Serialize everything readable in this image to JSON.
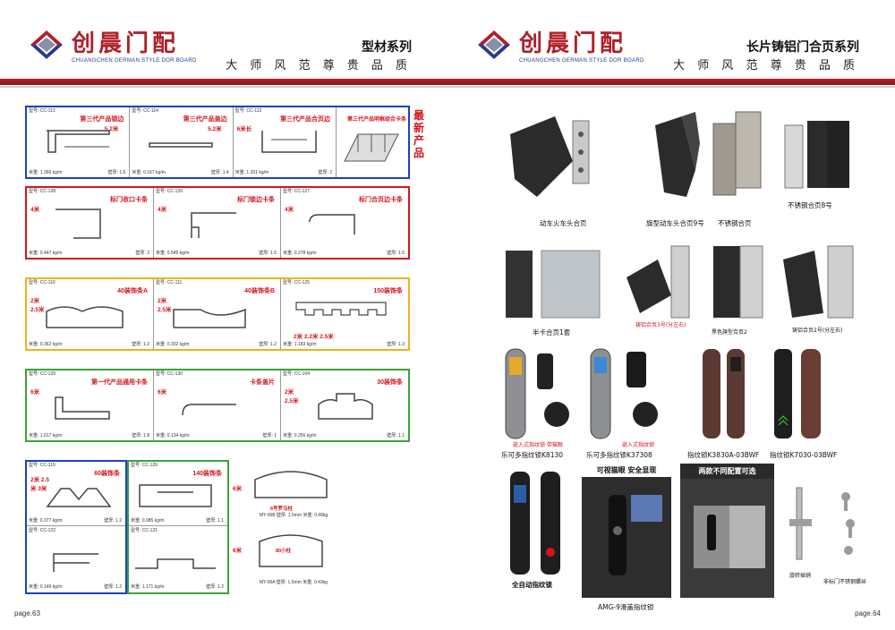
{
  "brand": {
    "name_cn": "创晨门配",
    "name_en": "CHUANGCHEN GERMAN STYLE DOR BOARD",
    "slogan": "大 师 风 范   尊 贵 品 质"
  },
  "left": {
    "series": "型材系列",
    "page": "page.63",
    "new_tag": "最新产品",
    "groups": [
      {
        "color": "#1f3fbf",
        "top": 118,
        "height": 76,
        "cells": [
          {
            "model": "型号: CC-113",
            "name": "第三代产品锁边",
            "extra": "5.2米",
            "weight": "米重: 1.366 kg/m",
            "thick": "壁厚: 1.6"
          },
          {
            "model": "型号: CC-114",
            "name": "第三代产品盖边",
            "extra": "5.2米",
            "weight": "米重: 0.167 kg/m",
            "thick": "壁厚: 1.4"
          },
          {
            "model": "型号: CC-112",
            "name": "第三代产品合页边",
            "extra": "6米长",
            "weight": "米重: 1.201 kg/m",
            "thick": "壁厚: 2"
          }
        ],
        "extra_cell": "第三代产品明框组合卡条"
      },
      {
        "color": "#d3151c",
        "top": 208,
        "height": 76,
        "cells": [
          {
            "model": "型号: CC-128",
            "name": "标门收口卡条",
            "extra": "4米",
            "weight": "米重: 0.447 kg/m",
            "thick": "壁厚: 2"
          },
          {
            "model": "型号: CC-126",
            "name": "标门锁边卡条",
            "extra": "4米",
            "weight": "米重: 0.545 kg/m",
            "thick": "壁厚: 1.5"
          },
          {
            "model": "型号: CC-127",
            "name": "标门合页边卡条",
            "extra": "4米",
            "weight": "米重: 0.278 kg/m",
            "thick": "壁厚: 1.5"
          }
        ]
      },
      {
        "color": "#f0b21c",
        "top": 310,
        "height": 76,
        "cells": [
          {
            "model": "型号: CC-110",
            "name": "40装饰条A",
            "extra": "2米 2.5米",
            "weight": "米重: 0.362 kg/m",
            "thick": "壁厚: 1.2"
          },
          {
            "model": "型号: CC-111",
            "name": "40装饰条B",
            "extra": "2米 2.5米",
            "weight": "米重: 0.332 kg/m",
            "thick": "壁厚: 1.2"
          },
          {
            "model": "型号: CC-125",
            "name": "150装饰条",
            "extra": "2米 2.2米 2.5米",
            "weight": "米重: 1.183 kg/m",
            "thick": "壁厚: 1.3"
          }
        ]
      },
      {
        "color": "#3aa33a",
        "top": 412,
        "height": 76,
        "cells": [
          {
            "model": "型号: CC-129",
            "name": "第一代产品通用卡条",
            "extra": "6米",
            "weight": "米重: 1.017 kg/m",
            "thick": "壁厚: 1.8"
          },
          {
            "model": "型号: CC-130",
            "name": "卡条盖片",
            "extra": "6米",
            "weight": "米重: 0.134 kg/m",
            "thick": "壁厚: 1"
          },
          {
            "model": "型号: CC-104",
            "name": "30装饰条",
            "extra": "2米 2.5米",
            "weight": "米重: 0.256 kg/m",
            "thick": "壁厚: 1.1"
          }
        ]
      }
    ],
    "bottom_cells": [
      {
        "model": "型号: CC-119",
        "name": "60装饰条",
        "extra": "2米 2.5米 3米",
        "weight": "米重: 0.377 kg/m",
        "thick": "壁厚: 1.2"
      },
      {
        "model": "型号: CC-122",
        "name": "",
        "extra": "",
        "weight": "米重: 0.149 kg/m",
        "thick": "壁厚: 1.2"
      },
      {
        "model": "型号: CC-120",
        "name": "140装饰条",
        "extra": "",
        "weight": "米重: 0.085 kg/m",
        "thick": "壁厚: 1.1"
      },
      {
        "model": "型号: CC-121",
        "name": "",
        "extra": "",
        "weight": "米重: 1.171 kg/m",
        "thick": "壁厚: 1.2"
      },
      {
        "model": "6号罗马柱",
        "name": "",
        "extra": "6米",
        "weight": "MY-06B 壁厚: 1.5mm 米重: 0.49kg",
        "thick": ""
      },
      {
        "model": "80小柱",
        "name": "",
        "extra": "6米",
        "weight": "MY-06A 壁厚: 1.5mm 米重: 0.43kg",
        "thick": ""
      }
    ]
  },
  "right": {
    "series": "长片铸铝门合页系列",
    "page": "page.64",
    "products": [
      {
        "label": "动车火车头合页"
      },
      {
        "label": "旗型动车头合页9号"
      },
      {
        "label": "不锈钢合页"
      },
      {
        "label": "不锈钢合页8号"
      },
      {
        "label": "半卡合页1套"
      },
      {
        "label": "铸铝合页3号(分左右)"
      },
      {
        "label": "黑色旗型合页2"
      },
      {
        "label": "铸铝合页2号(分左右)"
      }
    ],
    "locks": [
      {
        "label": "乐可多指纹锁K8130",
        "note": "嵌入式指纹锁  带猫眼"
      },
      {
        "label": "乐可多指纹锁K37308",
        "note": "嵌入式指纹锁"
      },
      {
        "label": "指纹锁K3830A-03BWF"
      },
      {
        "label": "指纹锁K7030-03BWF"
      }
    ],
    "bottom": {
      "auto_lock": "全自动指纹锁",
      "slide_lock": "AMG-9滑盖指纹锁",
      "cat_eye": "可视猫眼 安全显现",
      "config": "两款不同配置可选",
      "acc1": "旋转插销",
      "acc2": "非标门不锈钢螺丝"
    }
  }
}
